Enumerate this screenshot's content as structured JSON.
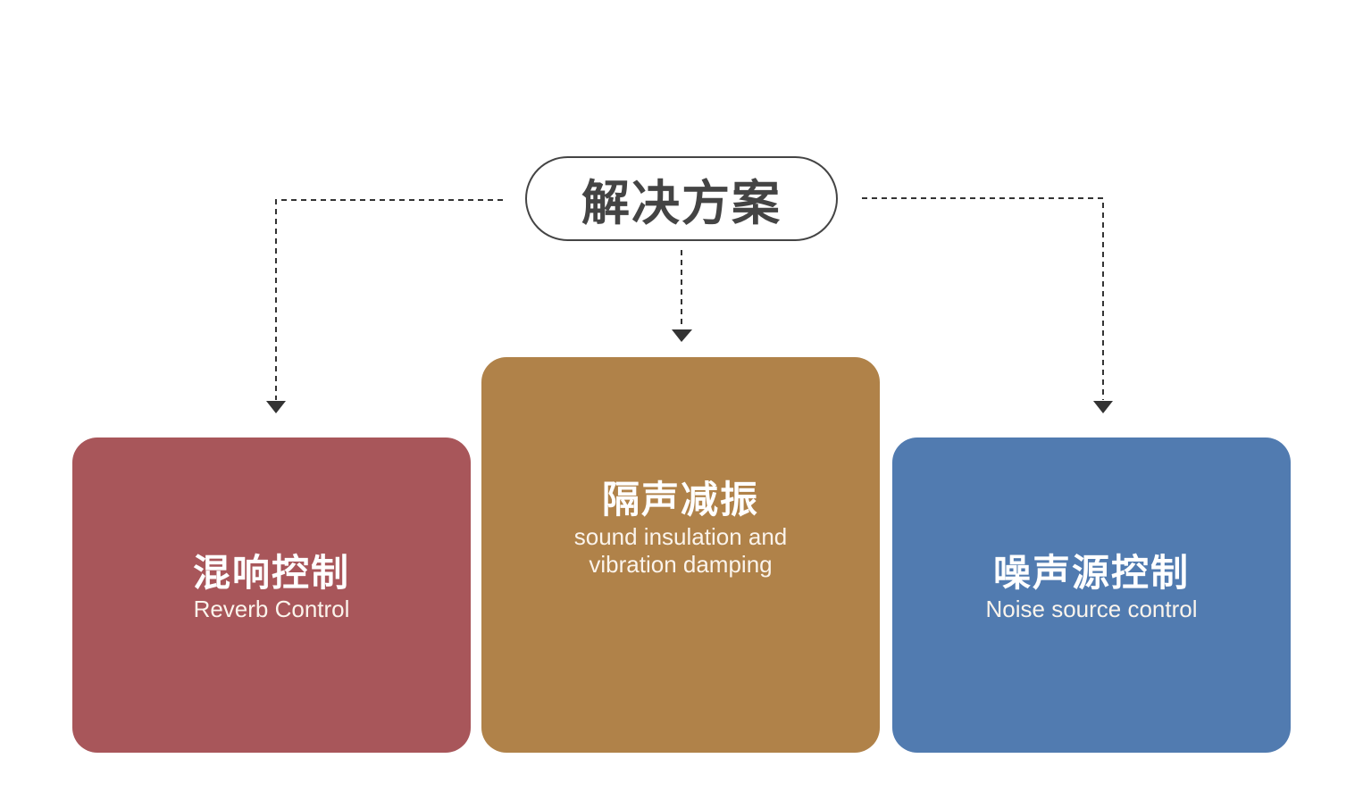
{
  "root": {
    "title": "解决方案"
  },
  "boxes": [
    {
      "title": "混响控制",
      "subtitle_lines": [
        "Reverb Control"
      ],
      "color": "#a8565a"
    },
    {
      "title": "隔声减振",
      "subtitle_lines": [
        "sound insulation and",
        "vibration damping"
      ],
      "color": "#b08249"
    },
    {
      "title": "噪声源控制",
      "subtitle_lines": [
        "Noise source control"
      ],
      "color": "#517bb0"
    }
  ]
}
